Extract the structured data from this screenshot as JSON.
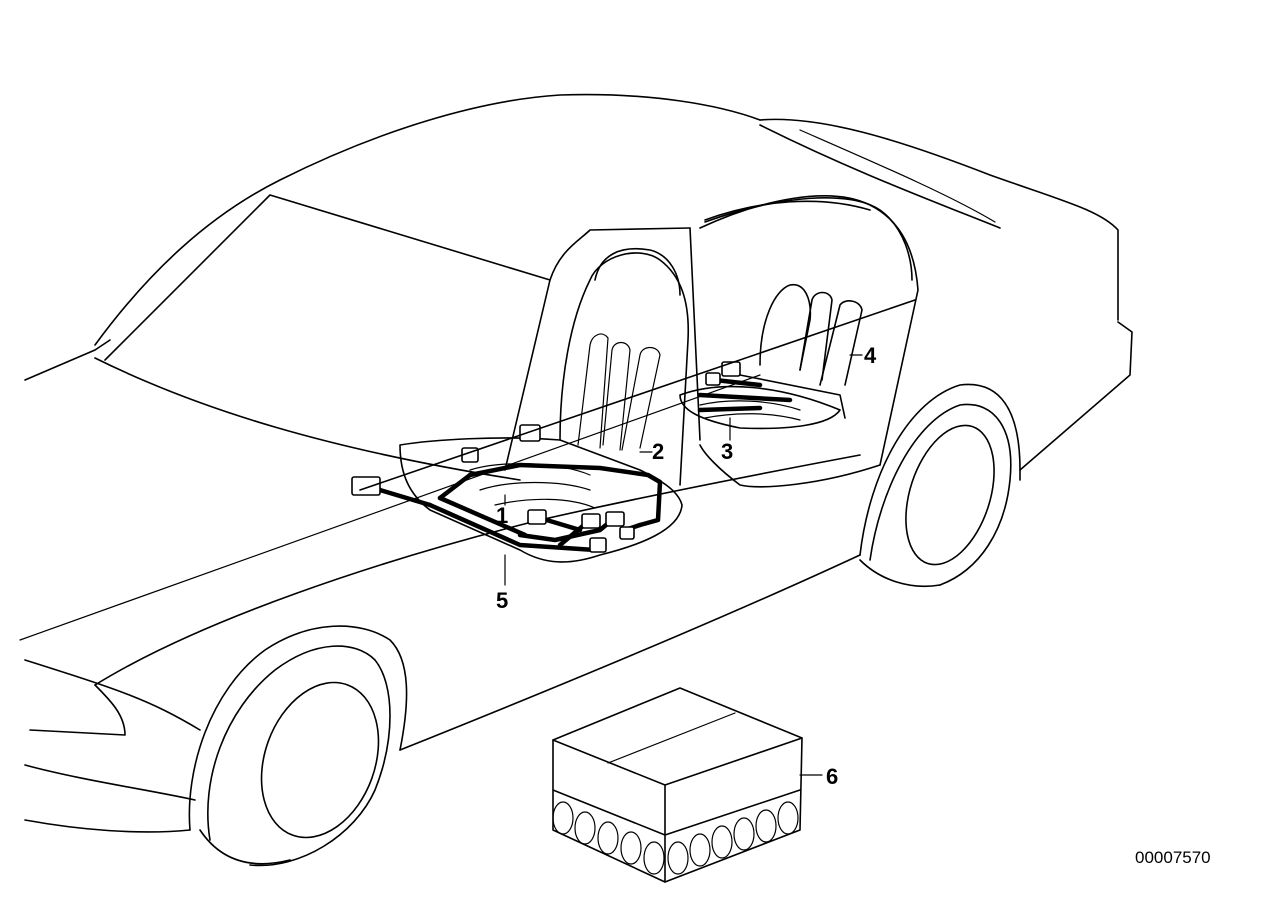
{
  "callouts": [
    {
      "id": "1",
      "label": "1"
    },
    {
      "id": "2",
      "label": "2"
    },
    {
      "id": "3",
      "label": "3"
    },
    {
      "id": "4",
      "label": "4"
    },
    {
      "id": "5",
      "label": "5"
    },
    {
      "id": "6",
      "label": "6"
    }
  ],
  "image_reference": "00007570"
}
